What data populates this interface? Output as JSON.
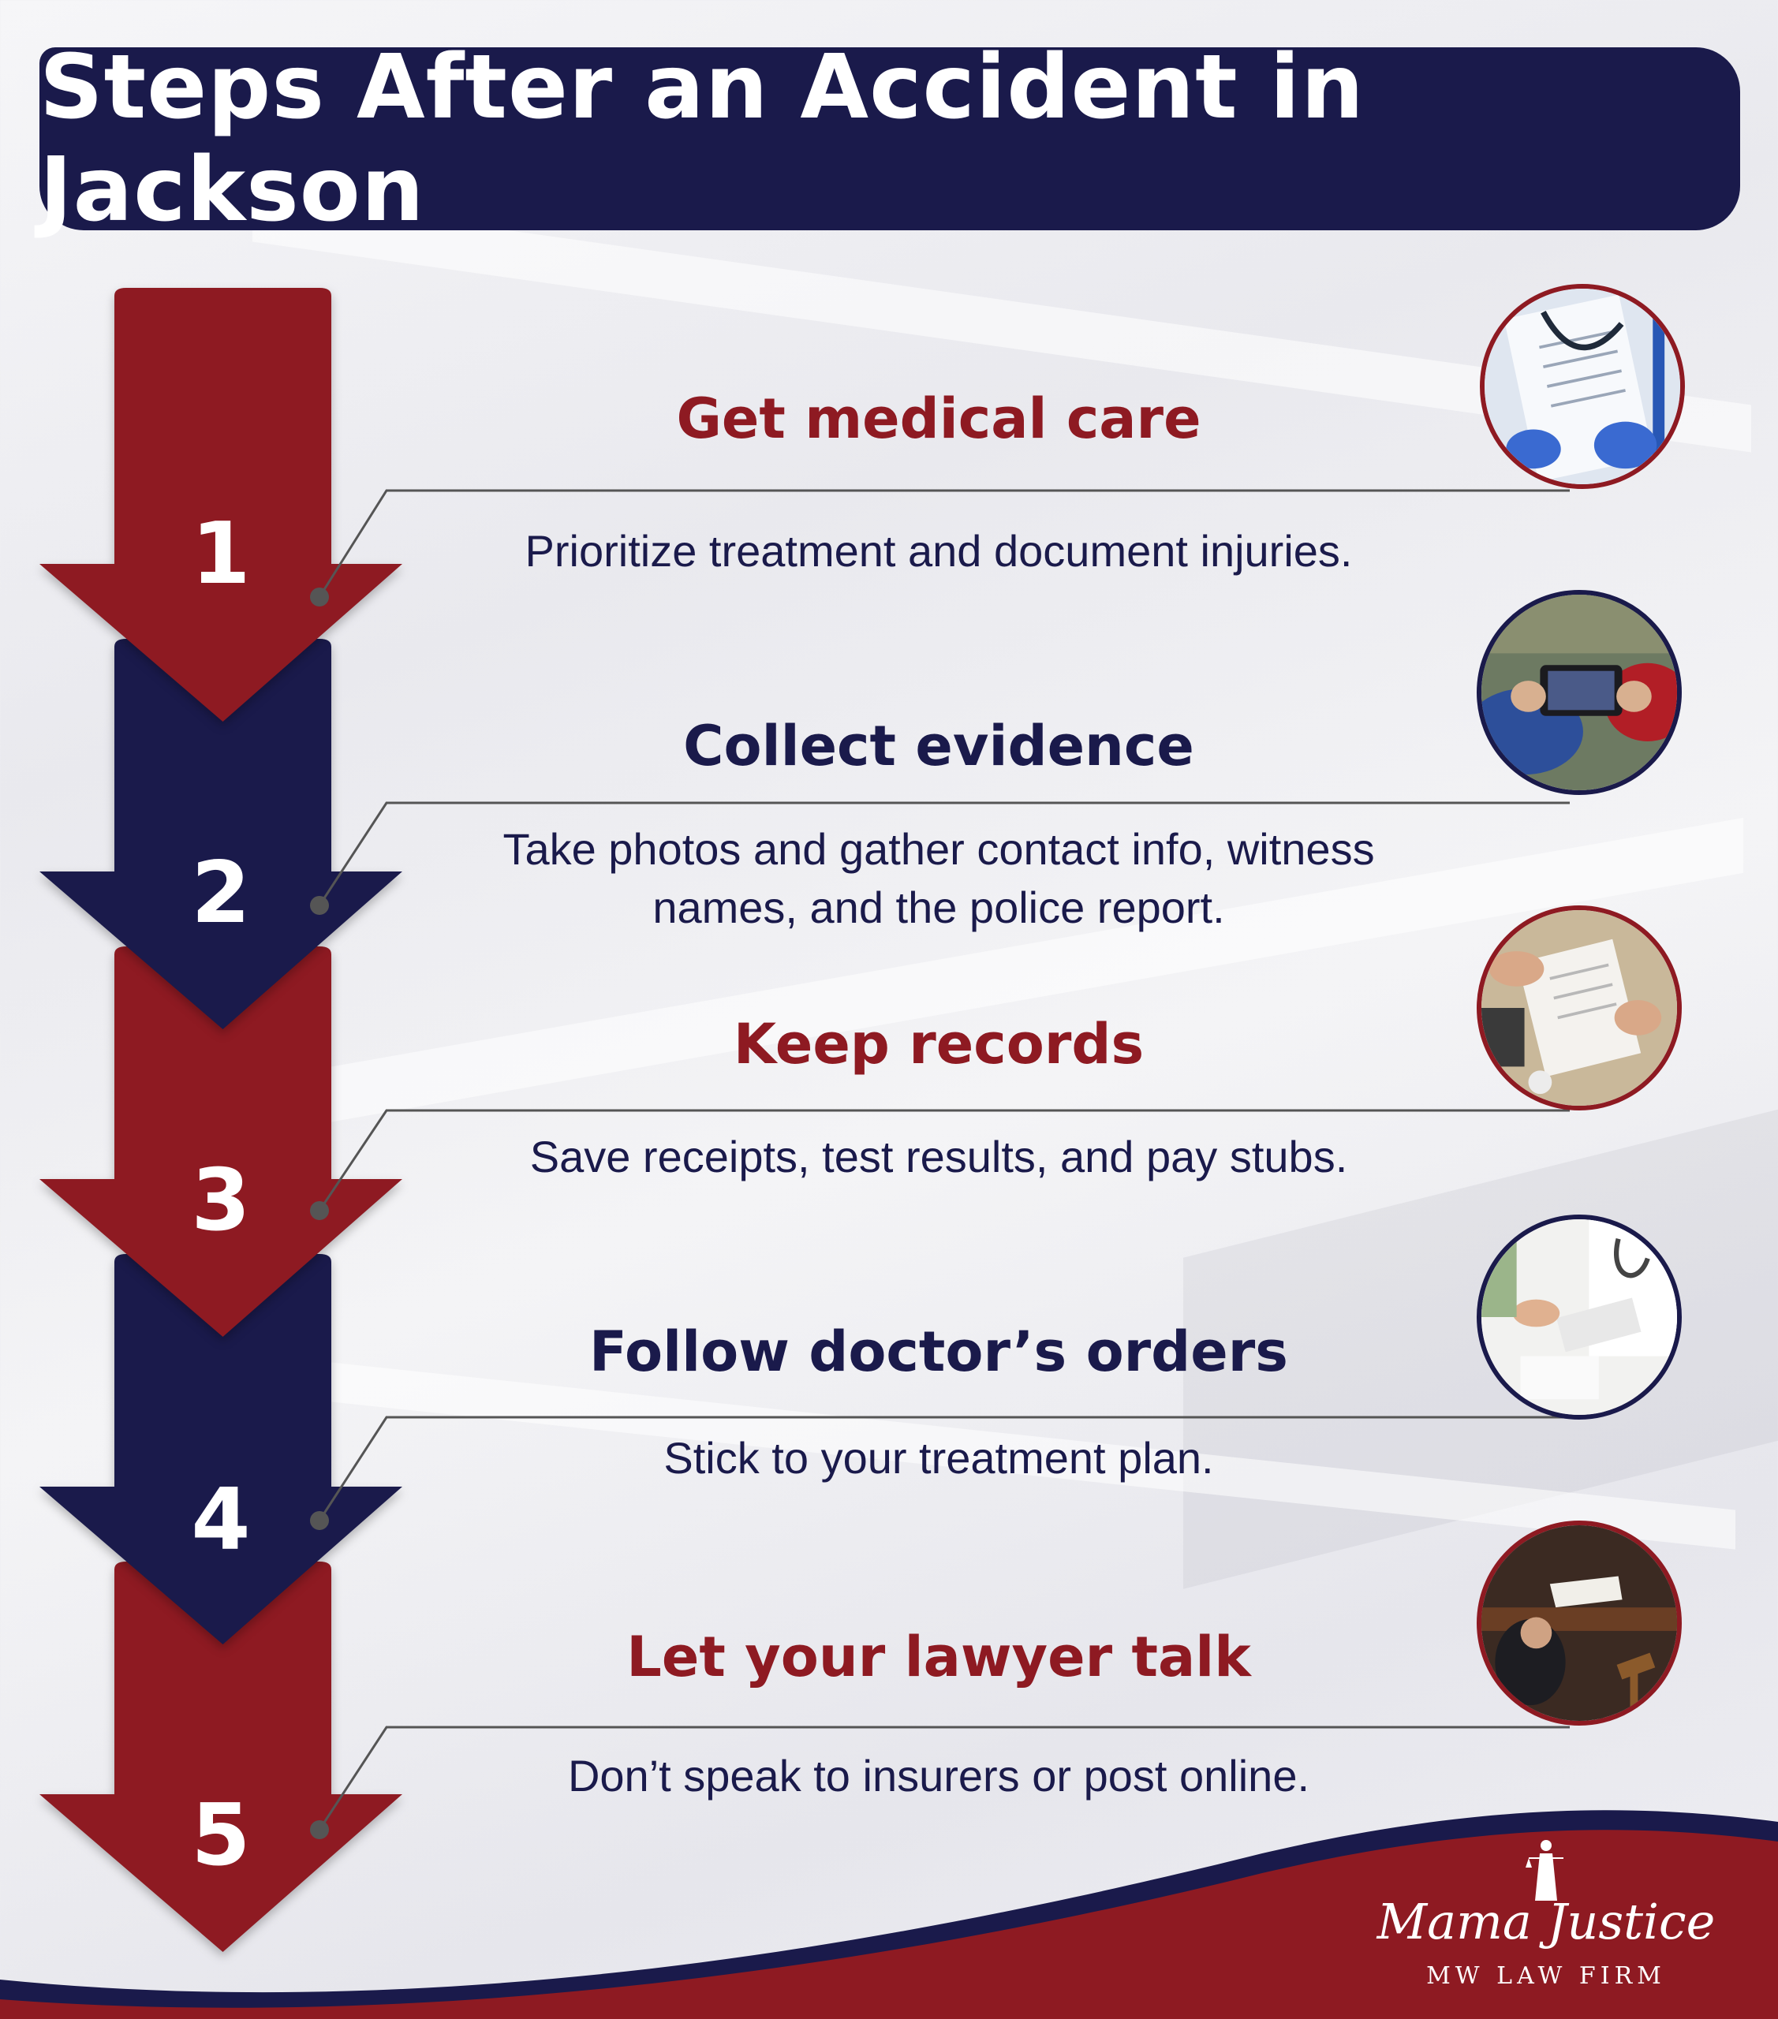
{
  "title": "Steps After an Accident in Jackson",
  "colors": {
    "navy": "#1a1a4b",
    "red": "#8e1a22",
    "connector": "#555555"
  },
  "steps": [
    {
      "number": "1",
      "heading": "Get medical care",
      "heading_color": "#8e1a22",
      "description": "Prioritize treatment and document injuries.",
      "photo": "medical-clipboard-photo",
      "photo_border": "#8e1a22"
    },
    {
      "number": "2",
      "heading": "Collect evidence",
      "heading_color": "#1a1a4b",
      "description": "Take photos and gather contact info, witness names, and the police report.",
      "photo": "phone-photographing-crash-photo",
      "photo_border": "#1a1a4b"
    },
    {
      "number": "3",
      "heading": "Keep records",
      "heading_color": "#8e1a22",
      "description": "Save receipts, test results, and pay stubs.",
      "photo": "paperwork-records-photo",
      "photo_border": "#8e1a22"
    },
    {
      "number": "4",
      "heading": "Follow doctor’s orders",
      "heading_color": "#1a1a4b",
      "description": "Stick to your treatment plan.",
      "photo": "doctor-consultation-photo",
      "photo_border": "#1a1a4b"
    },
    {
      "number": "5",
      "heading": "Let your lawyer talk",
      "heading_color": "#8e1a22",
      "description": "Don’t speak to insurers or post online.",
      "photo": "courtroom-lawyer-photo",
      "photo_border": "#8e1a22"
    }
  ],
  "logo": {
    "name": "Mama Justice",
    "subtitle": "MW LAW FIRM",
    "icon": "lady-justice-icon"
  }
}
